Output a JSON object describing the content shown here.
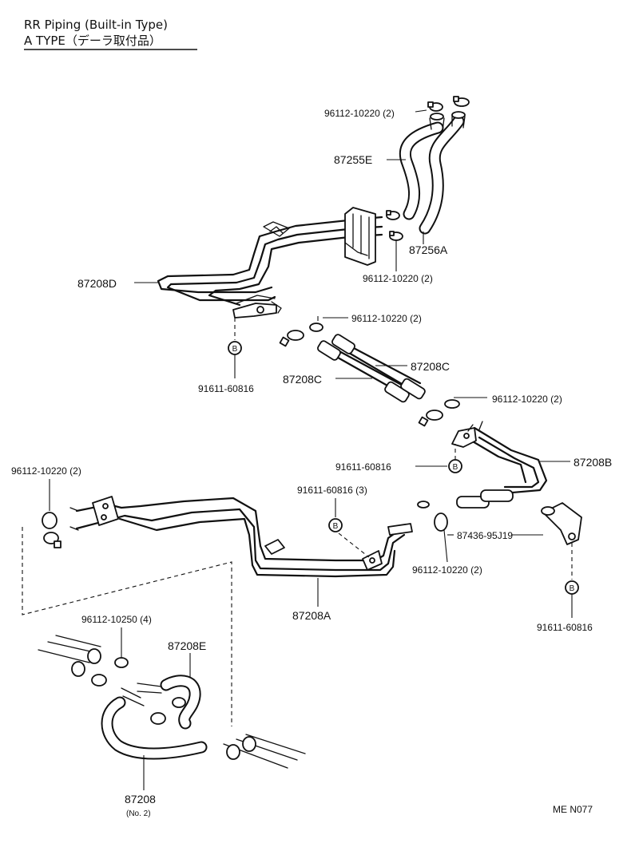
{
  "title": {
    "line1": "RR  Piping (Built-in Type)",
    "line2": "A  TYPE（デーラ取付品）"
  },
  "callouts": {
    "p96112_top": "96112-10220 (2)",
    "p87255E": "87255E",
    "p87256A": "87256A",
    "p96112_mid": "96112-10220 (2)",
    "p87208D": "87208D",
    "p96112_c": "96112-10220 (2)",
    "p87208C_r": "87208C",
    "p87208C_l": "87208C",
    "p91611_left": "91611-60816",
    "p96112_b": "96112-10220 (2)",
    "p91611_b": "91611-60816",
    "p87208B": "87208B",
    "p96112_left": "96112-10220 (2)",
    "p91611_3": "91611-60816 (3)",
    "p87436": "87436-95J19",
    "p96112_low": "96112-10220 (2)",
    "p91611_right": "91611-60816",
    "p87208A": "87208A",
    "p96112_10250": "96112-10250 (4)",
    "p87208E": "87208E",
    "p87208": "87208",
    "p87208_no2": "(No. 2)"
  },
  "bolt_marker": "B",
  "code": "ME  N077"
}
